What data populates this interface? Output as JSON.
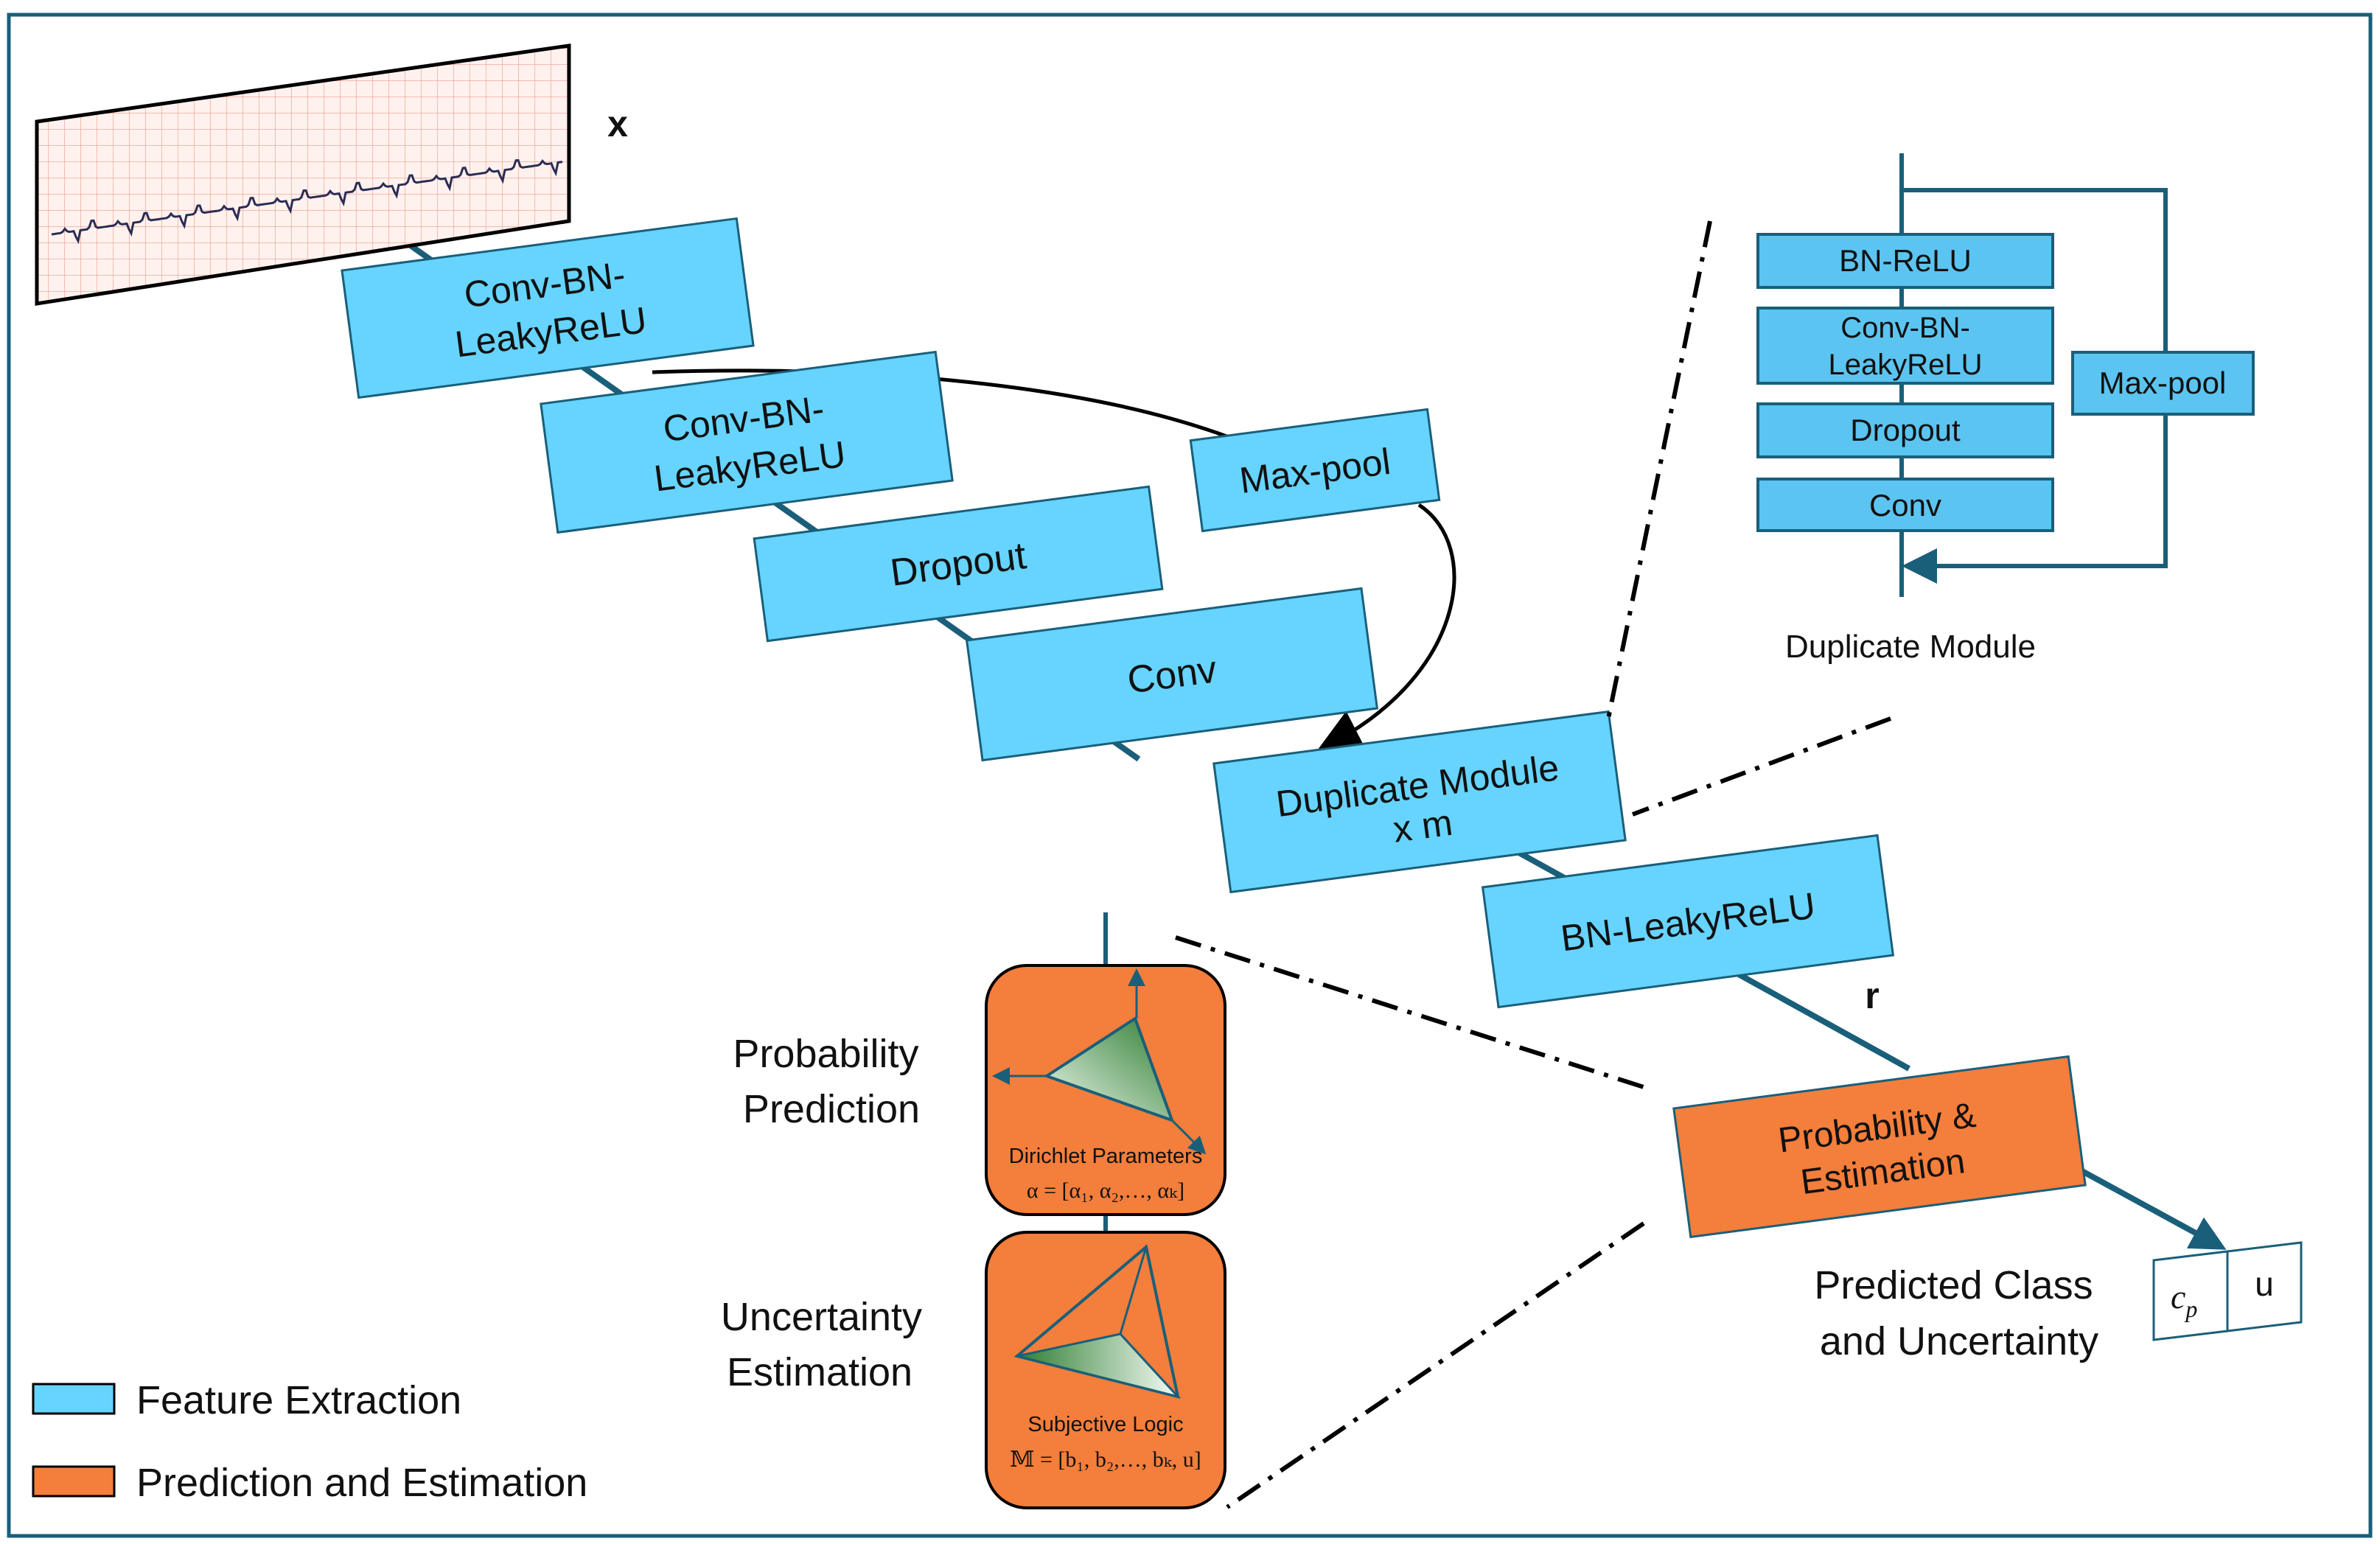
{
  "input_label": "x",
  "feature_label": "r",
  "blocks": {
    "conv_bn_leaky_1": [
      "Conv-BN-",
      "LeakyReLU"
    ],
    "conv_bn_leaky_2": [
      "Conv-BN-",
      "LeakyReLU"
    ],
    "dropout": "Dropout",
    "maxpool": "Max-pool",
    "conv": "Conv",
    "duplicate_module": [
      "Duplicate Module",
      "x m"
    ],
    "bn_leaky": "BN-LeakyReLU",
    "prob_estimation": [
      "Probability &",
      "Estimation"
    ]
  },
  "duplicate_detail": {
    "bn_relu": "BN-ReLU",
    "conv_bn_leaky": [
      "Conv-BN-",
      "LeakyReLU"
    ],
    "dropout": "Dropout",
    "conv": "Conv",
    "maxpool": "Max-pool",
    "caption": "Duplicate Module"
  },
  "output": {
    "caption": [
      "Predicted Class",
      "and Uncertainty"
    ],
    "class_symbol": "c",
    "class_subscript": "p",
    "uncertainty_symbol": "u"
  },
  "detail_panels": {
    "probability_caption": [
      "Probability",
      "Prediction"
    ],
    "probability_title": "Dirichlet Parameters",
    "probability_formula": "α = [α₁, α₂,…, αₖ]",
    "uncertainty_caption": [
      "Uncertainty",
      "Estimation"
    ],
    "uncertainty_title": "Subjective Logic",
    "uncertainty_formula": "𝕄 = [b₁, b₂,…, bₖ, u]"
  },
  "legend": {
    "feature_extraction": "Feature Extraction",
    "prediction_estimation": "Prediction and Estimation"
  },
  "colors": {
    "feature_block": "#66D4FF",
    "prediction_block": "#F47E3B",
    "connector": "#1A5F7A",
    "detail_block": "#5CC4F0"
  }
}
